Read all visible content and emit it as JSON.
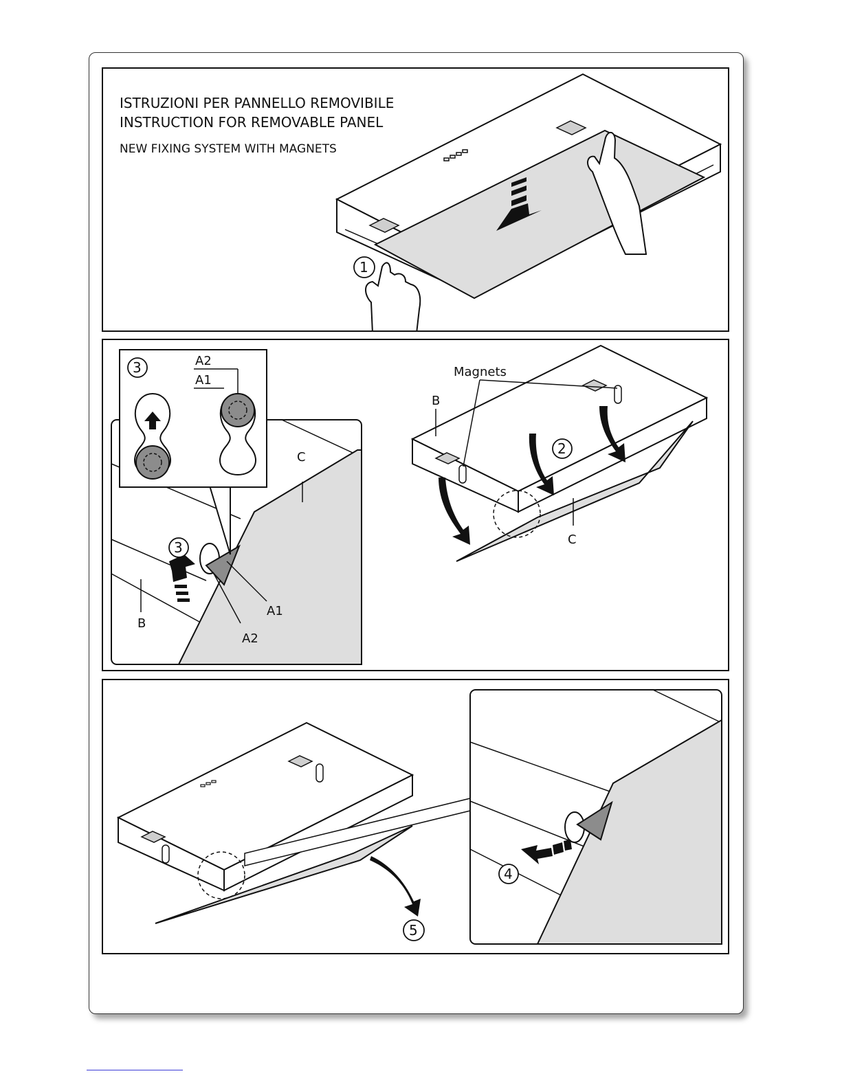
{
  "header": {
    "title_it": "ISTRUZIONI PER PANNELLO REMOVIBILE",
    "title_en": "INSTRUCTION FOR REMOVABLE PANEL",
    "subtitle": "NEW FIXING SYSTEM WITH MAGNETS"
  },
  "steps": {
    "s1": "1",
    "s2": "2",
    "s3": "3",
    "s4": "4",
    "s5": "5"
  },
  "labels": {
    "a1": "A1",
    "a2": "A2",
    "b": "B",
    "c": "C",
    "magnets": "Magnets"
  },
  "colors": {
    "panel_gray": "#dedede",
    "magnet_gray": "#8c8c8c",
    "line": "#111111",
    "link": "#3b3bd6"
  },
  "icons": [
    "hand-icon",
    "arrow-down-icon",
    "arrow-up-icon",
    "arrow-left-icon",
    "curved-arrow-icon"
  ]
}
